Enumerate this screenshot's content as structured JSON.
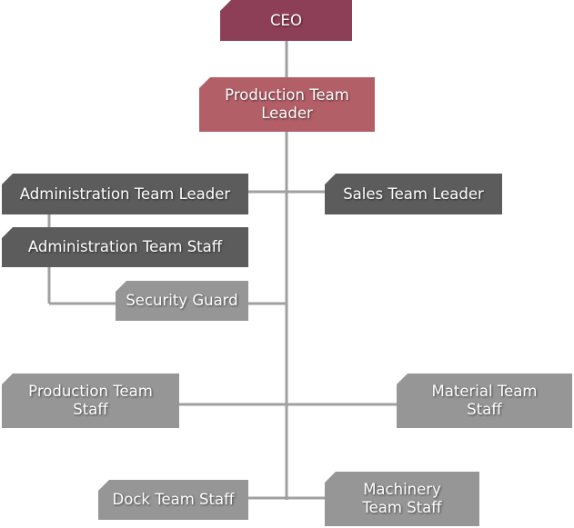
{
  "colors": {
    "ceo": "#8e3f58",
    "production_leader": "#b35f67",
    "dark": "#5c5c5c",
    "light": "#969696",
    "connector": "#a0a0a0"
  },
  "nodes": {
    "ceo": "CEO",
    "production_team_leader": "Production Team\nLeader",
    "administration_team_leader": "Administration Team Leader",
    "sales_team_leader": "Sales Team Leader",
    "administration_team_staff": "Administration Team Staff",
    "security_guard": "Security Guard",
    "production_team_staff": "Production Team\nStaff",
    "material_team_staff": "Material Team\nStaff",
    "dock_team_staff": "Dock Team Staff",
    "machinery_team_staff": "Machinery\nTeam Staff"
  }
}
